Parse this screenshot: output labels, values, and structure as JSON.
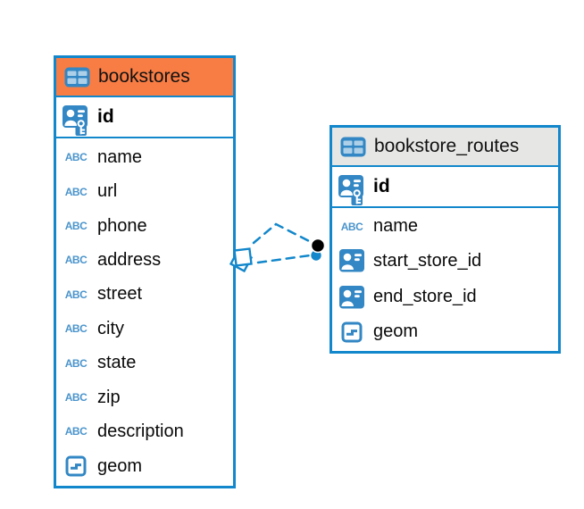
{
  "colors": {
    "accent_blue": "#1287CB",
    "icon_blue": "#3287C4",
    "header_orange": "#F87D45",
    "header_gray": "#E6E6E5",
    "text": "#0A0A0A",
    "background": "#FFFFFF"
  },
  "icons": {
    "text_type_glyph": "ABC",
    "table_icon": "table-grid-icon",
    "primary_key_icon": "id-badge-key-icon",
    "reference_icon": "id-badge-icon",
    "geometry_icon": "geometry-dash-box-icon"
  },
  "tables": [
    {
      "name": "bookstores",
      "header_style": "orange",
      "primary_key": {
        "label": "id",
        "type": "primary-key"
      },
      "columns": [
        {
          "label": "name",
          "type": "text"
        },
        {
          "label": "url",
          "type": "text"
        },
        {
          "label": "phone",
          "type": "text"
        },
        {
          "label": "address",
          "type": "text"
        },
        {
          "label": "street",
          "type": "text"
        },
        {
          "label": "city",
          "type": "text"
        },
        {
          "label": "state",
          "type": "text"
        },
        {
          "label": "zip",
          "type": "text"
        },
        {
          "label": "description",
          "type": "text"
        },
        {
          "label": "geom",
          "type": "geometry"
        }
      ]
    },
    {
      "name": "bookstore_routes",
      "header_style": "gray",
      "primary_key": {
        "label": "id",
        "type": "primary-key"
      },
      "columns": [
        {
          "label": "name",
          "type": "text"
        },
        {
          "label": "start_store_id",
          "type": "reference"
        },
        {
          "label": "end_store_id",
          "type": "reference"
        },
        {
          "label": "geom",
          "type": "geometry"
        }
      ]
    }
  ],
  "relationships": [
    {
      "from": "bookstores",
      "to": "bookstore_routes",
      "line_style": "dashed",
      "line_count": 2,
      "source_marker": "stacked-squares",
      "target_marker": "black-dot"
    }
  ]
}
